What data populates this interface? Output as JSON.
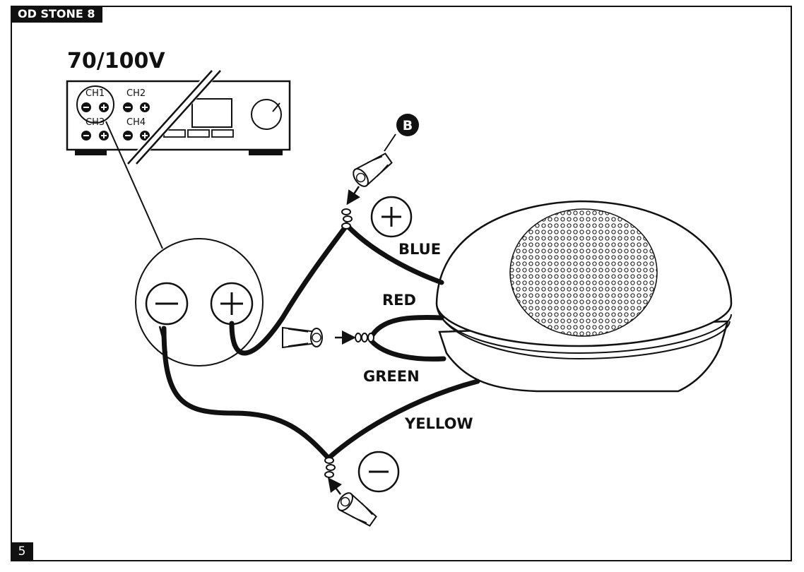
{
  "header": {
    "product": "OD STONE 8"
  },
  "footer": {
    "page": "5"
  },
  "amplifier": {
    "voltage": "70/100V",
    "channels": [
      "CH1",
      "CH2",
      "CH3",
      "CH4"
    ]
  },
  "callout": {
    "label": "B"
  },
  "wires": {
    "blue": "BLUE",
    "red": "RED",
    "green": "GREEN",
    "yellow": "YELLOW"
  },
  "colors": {
    "ink": "#111111",
    "paper": "#ffffff"
  }
}
